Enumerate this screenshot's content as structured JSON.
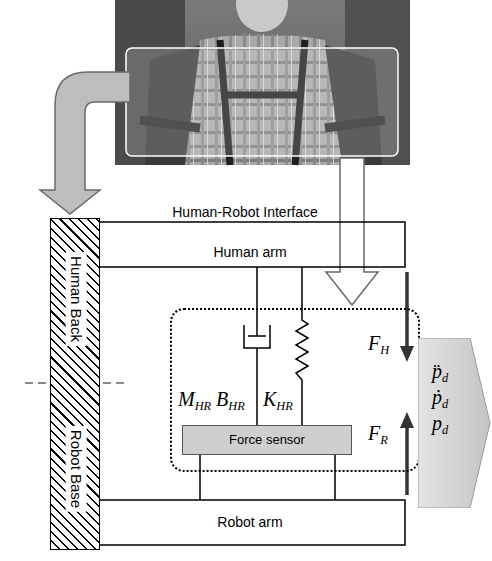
{
  "diagram": {
    "nodes": [
      {
        "text": [
          "Human Back",
          "Robot Base"
        ]
      },
      {
        "text": [
          "MHR",
          "BHR",
          "KHR",
          "FH",
          "FR"
        ]
      },
      {
        "text": [
          "Force sensor"
        ],
        "in": 1
      },
      {
        "text": [
          "p̈d",
          "ṗd",
          "pd"
        ]
      }
    ],
    "labels": [
      "Human-Robot Interface",
      "Human arm",
      "Robot arm"
    ]
  }
}
